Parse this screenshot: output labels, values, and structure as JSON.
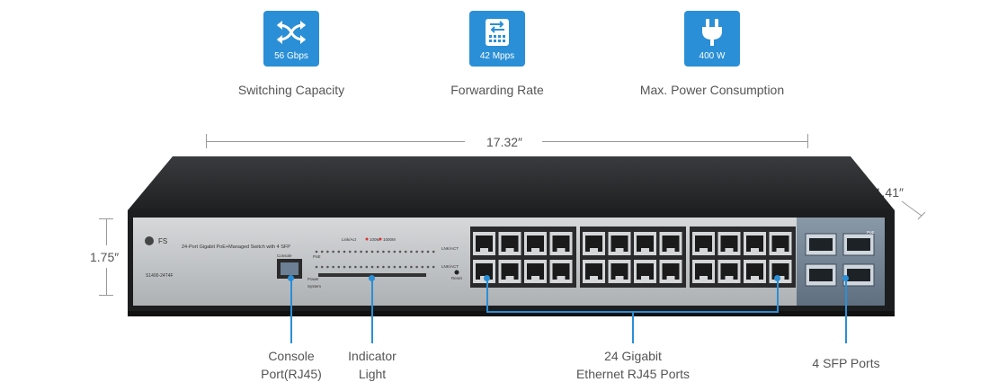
{
  "specs": [
    {
      "value": "56 Gbps",
      "label": "Switching Capacity",
      "icon": "switch-arrows-icon"
    },
    {
      "value": "42 Mpps",
      "label": "Forwarding Rate",
      "icon": "forwarding-icon"
    },
    {
      "value": "400 W",
      "label": "Max. Power Consumption",
      "icon": "power-plug-icon"
    }
  ],
  "dimensions": {
    "width": "17.32″",
    "depth": "11.41″",
    "height": "1.75″"
  },
  "device": {
    "brand": "FS",
    "description": "24-Port Gigabit PoE+Managed Switch with 4 SFP",
    "model": "S1400-24T4F",
    "console_label": "Console",
    "led_header": "Link/Act",
    "led_100": "100M",
    "led_1000": "1000M",
    "led_row1": "LNK/ACT",
    "led_row2": "LNK/ACT",
    "poe_label": "PoE",
    "power_label": "Power",
    "system_label": "System",
    "reset_label": "Reset",
    "sfp_poe": "PoE"
  },
  "callouts": {
    "console": [
      "Console",
      "Port(RJ45)"
    ],
    "indicator": [
      "Indicator",
      "Light"
    ],
    "ethernet": [
      "24 Gigabit",
      "Ethernet RJ45 Ports"
    ],
    "sfp": "4 SFP Ports"
  },
  "colors": {
    "accent": "#2a8fd6",
    "chassis": "#2a2b2d",
    "panel": "#c7c9cb"
  }
}
